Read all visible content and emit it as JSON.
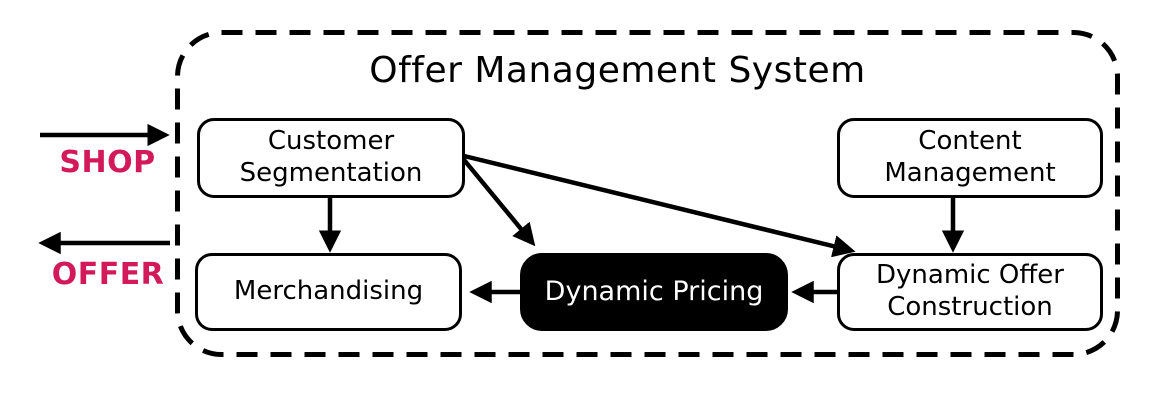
{
  "diagram": {
    "title": "Offer Management System",
    "external": {
      "shop_label": "SHOP",
      "offer_label": "OFFER"
    },
    "nodes": {
      "customer_segmentation": "Customer Segmentation",
      "content_management": "Content Management",
      "merchandising": "Merchandising",
      "dynamic_pricing": "Dynamic Pricing",
      "dynamic_offer_construction": "Dynamic Offer Construction"
    },
    "edges": [
      {
        "from": "shop",
        "to": "offer-management-system",
        "direction": "in"
      },
      {
        "from": "offer-management-system",
        "to": "offer",
        "direction": "out"
      },
      {
        "from": "customer_segmentation",
        "to": "merchandising"
      },
      {
        "from": "customer_segmentation",
        "to": "dynamic_pricing"
      },
      {
        "from": "customer_segmentation",
        "to": "dynamic_offer_construction"
      },
      {
        "from": "content_management",
        "to": "dynamic_offer_construction"
      },
      {
        "from": "dynamic_offer_construction",
        "to": "dynamic_pricing"
      },
      {
        "from": "dynamic_pricing",
        "to": "merchandising"
      }
    ],
    "colors": {
      "accent": "#D21A5A",
      "line": "#000000",
      "node_fill": "#FFFFFF",
      "highlight_node_fill": "#000000",
      "highlight_node_text": "#FFFFFF",
      "background": "#FFFFFF"
    }
  }
}
